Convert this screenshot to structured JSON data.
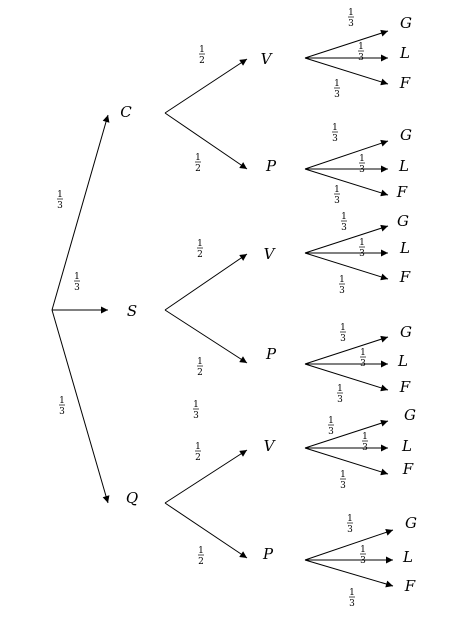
{
  "root_branches": [
    {
      "label": "C",
      "prob": {
        "num": "1",
        "den": "3"
      },
      "children": [
        {
          "label": "V",
          "prob": {
            "num": "1",
            "den": "2"
          },
          "leaves": [
            {
              "label": "G",
              "prob": {
                "num": "1",
                "den": "3"
              }
            },
            {
              "label": "L",
              "prob": {
                "num": "1",
                "den": "3"
              }
            },
            {
              "label": "F",
              "prob": {
                "num": "1",
                "den": "3"
              }
            }
          ]
        },
        {
          "label": "P",
          "prob": {
            "num": "1",
            "den": "2"
          },
          "leaves": [
            {
              "label": "G",
              "prob": {
                "num": "1",
                "den": "3"
              }
            },
            {
              "label": "L",
              "prob": {
                "num": "1",
                "den": "3"
              }
            },
            {
              "label": "F",
              "prob": {
                "num": "1",
                "den": "3"
              }
            }
          ]
        }
      ]
    },
    {
      "label": "S",
      "prob": {
        "num": "1",
        "den": "3"
      },
      "children": [
        {
          "label": "V",
          "prob": {
            "num": "1",
            "den": "2"
          },
          "leaves": [
            {
              "label": "G",
              "prob": {
                "num": "1",
                "den": "3"
              }
            },
            {
              "label": "L",
              "prob": {
                "num": "1",
                "den": "3"
              }
            },
            {
              "label": "F",
              "prob": {
                "num": "1",
                "den": "3"
              }
            }
          ]
        },
        {
          "label": "P",
          "prob": {
            "num": "1",
            "den": "2"
          },
          "leaves": [
            {
              "label": "G",
              "prob": {
                "num": "1",
                "den": "3"
              }
            },
            {
              "label": "L",
              "prob": {
                "num": "1",
                "den": "3"
              }
            },
            {
              "label": "F",
              "prob": {
                "num": "1",
                "den": "3"
              }
            }
          ]
        }
      ]
    },
    {
      "label": "Q",
      "prob": {
        "num": "1",
        "den": "3"
      },
      "children": [
        {
          "label": "V",
          "prob": {
            "num": "1",
            "den": "2"
          },
          "leaves": [
            {
              "label": "G",
              "prob": {
                "num": "1",
                "den": "3"
              }
            },
            {
              "label": "L",
              "prob": {
                "num": "1",
                "den": "3"
              }
            },
            {
              "label": "F",
              "prob": {
                "num": "1",
                "den": "3"
              }
            }
          ]
        },
        {
          "label": "P",
          "prob": {
            "num": "1",
            "den": "2"
          },
          "leaves": [
            {
              "label": "G",
              "prob": {
                "num": "1",
                "den": "3"
              }
            },
            {
              "label": "L",
              "prob": {
                "num": "1",
                "den": "3"
              }
            },
            {
              "label": "F",
              "prob": {
                "num": "1",
                "den": "3"
              }
            }
          ]
        }
      ]
    }
  ],
  "stray_label": {
    "num": "1",
    "den": "3"
  }
}
